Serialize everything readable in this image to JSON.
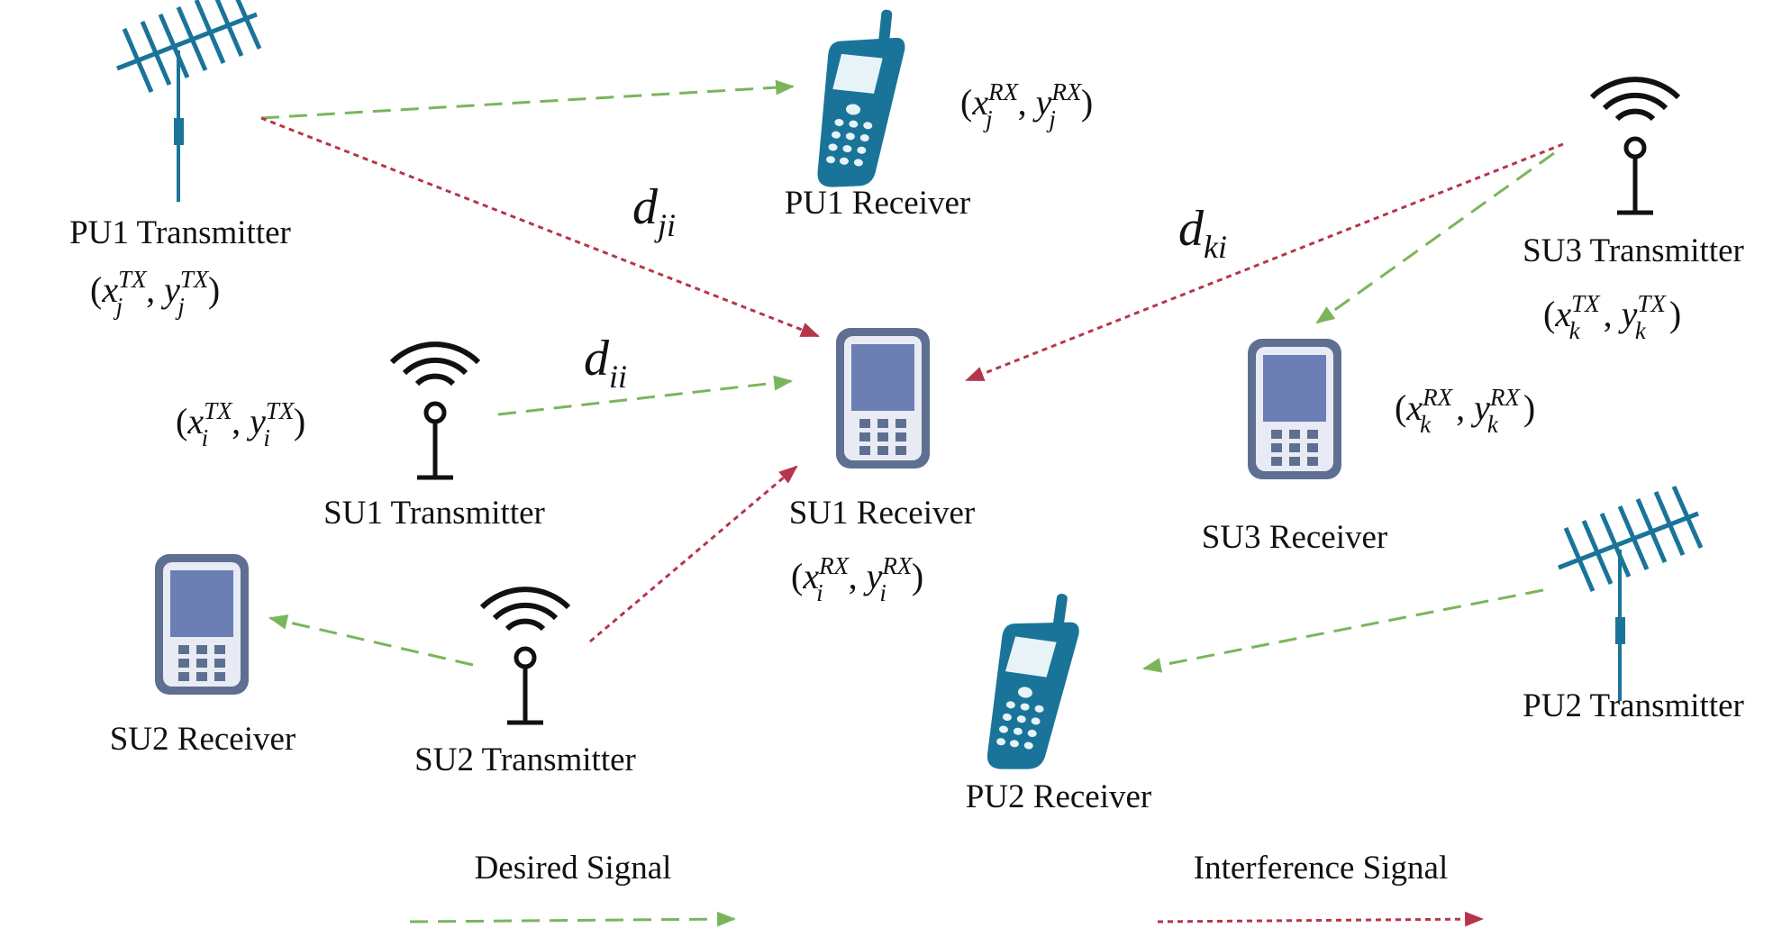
{
  "nodes": {
    "pu1_tx": {
      "label": "PU1 Transmitter"
    },
    "pu1_rx": {
      "label": "PU1 Receiver"
    },
    "su1_tx": {
      "label": "SU1 Transmitter"
    },
    "su1_rx": {
      "label": "SU1 Receiver"
    },
    "su2_tx": {
      "label": "SU2 Transmitter"
    },
    "su2_rx": {
      "label": "SU2 Receiver"
    },
    "su3_tx": {
      "label": "SU3 Transmitter"
    },
    "su3_rx": {
      "label": "SU3 Receiver"
    },
    "pu2_tx": {
      "label": "PU2 Transmitter"
    },
    "pu2_rx": {
      "label": "PU2 Receiver"
    }
  },
  "coords": {
    "pu1_tx": {
      "base": "x",
      "sub": "j",
      "sup": "TX",
      "base2": "y"
    },
    "pu1_rx": {
      "base": "x",
      "sub": "j",
      "sup": "RX",
      "base2": "y"
    },
    "su1_tx": {
      "base": "x",
      "sub": "i",
      "sup": "TX",
      "base2": "y"
    },
    "su1_rx": {
      "base": "x",
      "sub": "i",
      "sup": "RX",
      "base2": "y"
    },
    "su3_tx": {
      "base": "x",
      "sub": "k",
      "sup": "TX",
      "base2": "y"
    },
    "su3_rx": {
      "base": "x",
      "sub": "k",
      "sup": "RX",
      "base2": "y"
    }
  },
  "distances": {
    "d_ji": {
      "base": "d",
      "sub": "ji"
    },
    "d_ii": {
      "base": "d",
      "sub": "ii"
    },
    "d_ki": {
      "base": "d",
      "sub": "ki"
    }
  },
  "legend": {
    "desired": "Desired Signal",
    "interference": "Interference Signal"
  },
  "colors": {
    "desired": "#7ab55c",
    "interference": "#b5364a",
    "phone_blue": "#1a7499",
    "device_frame": "#5f6f91",
    "device_screen": "#6b7fb5",
    "device_body": "#e8ebf4",
    "antenna": "#1a7499",
    "tower": "#111111"
  }
}
